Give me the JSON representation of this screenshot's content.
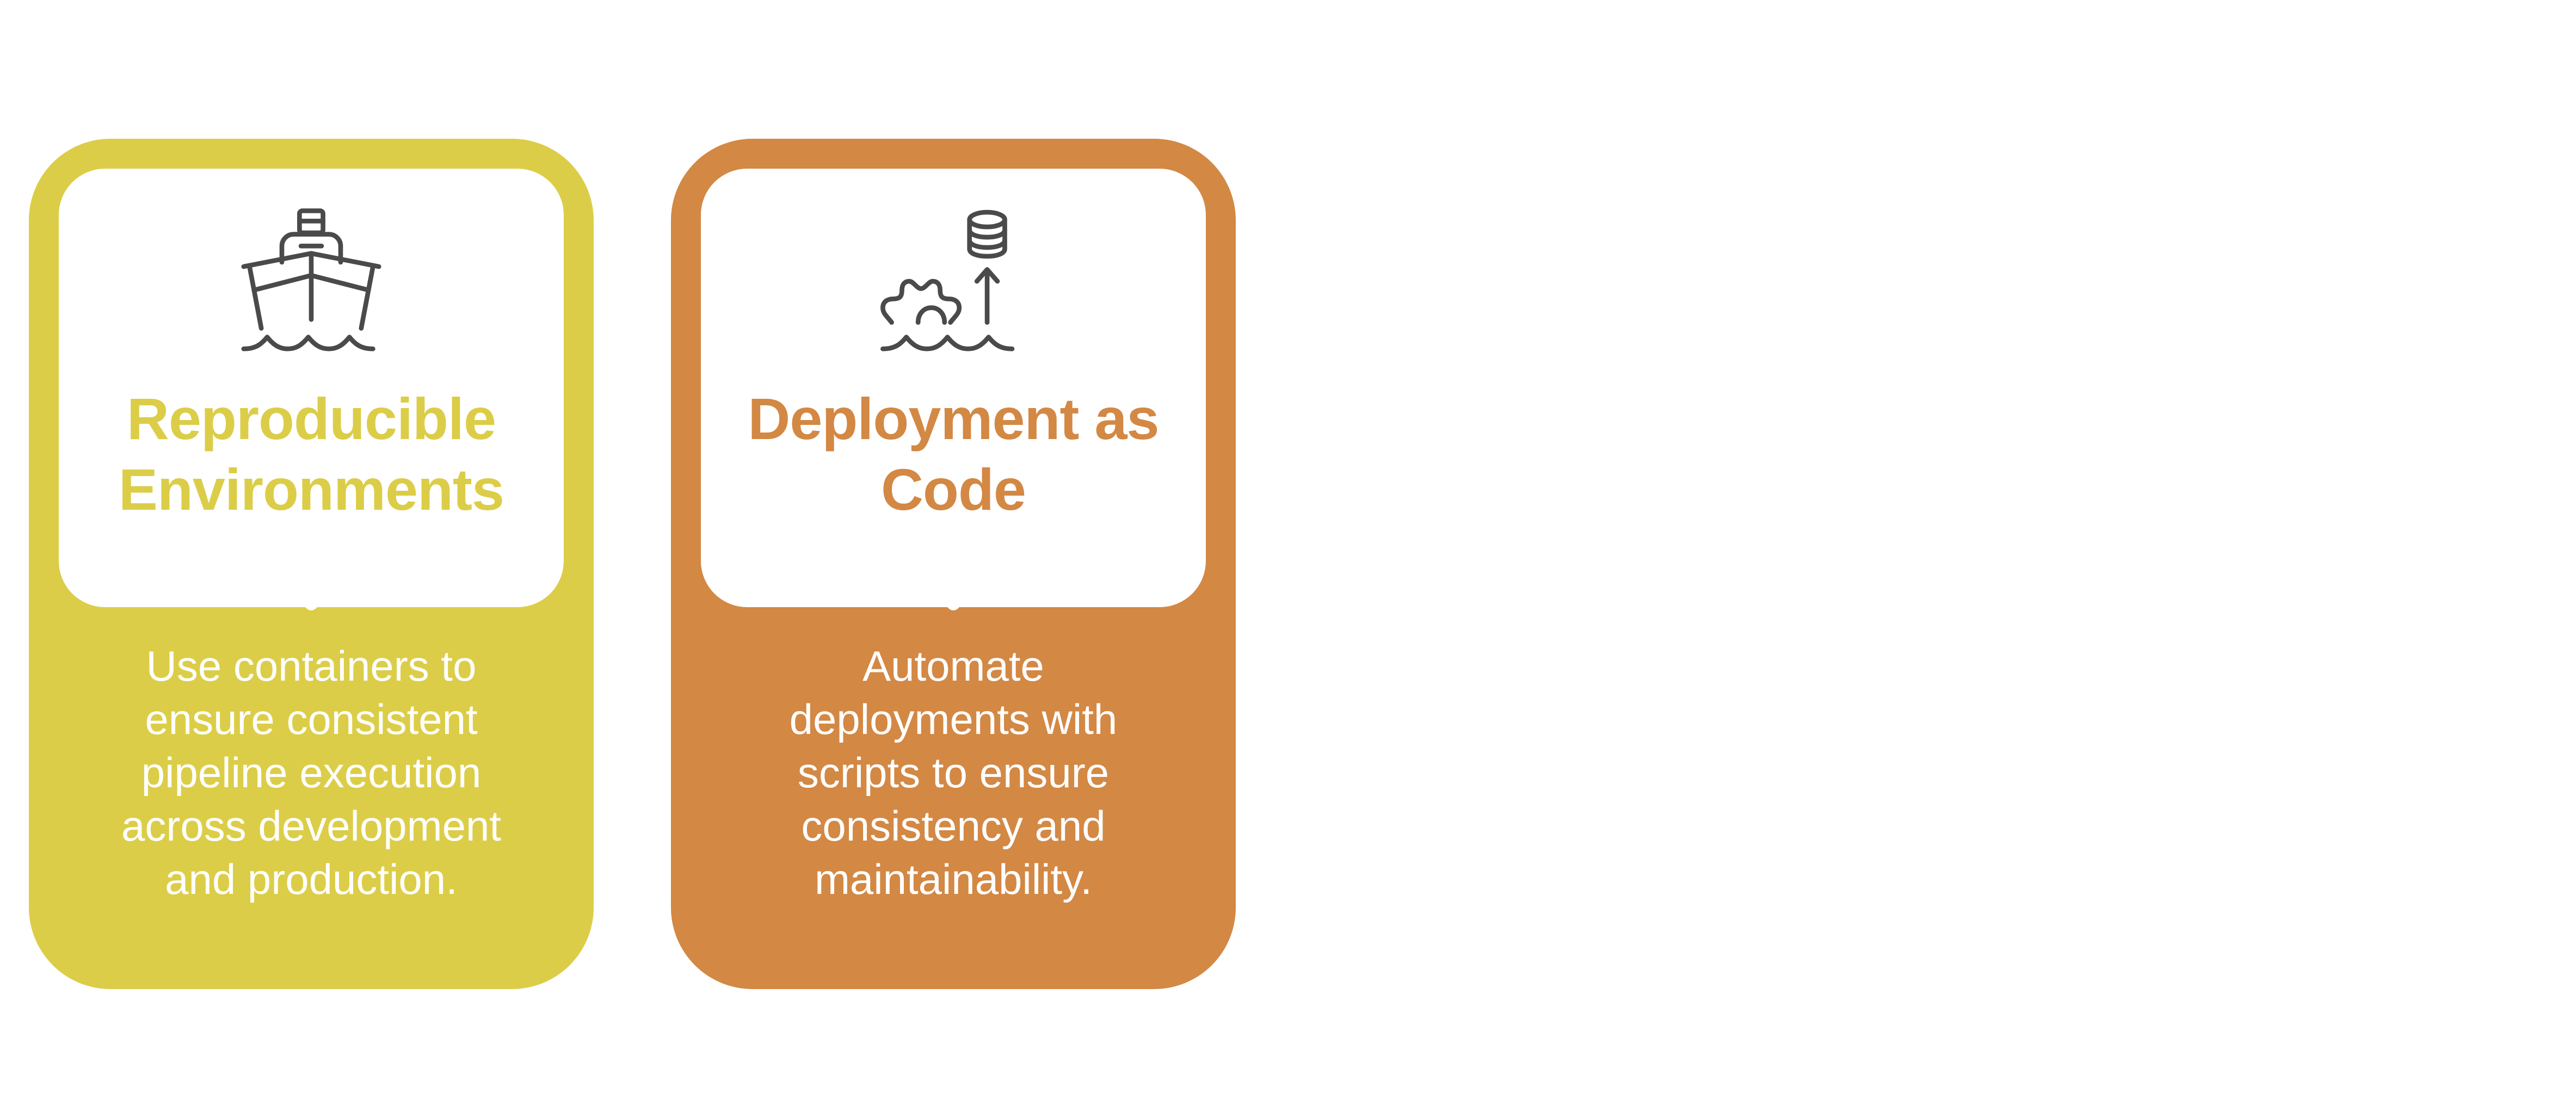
{
  "cards": [
    {
      "title": "Reproducible Environments",
      "title_lines": [
        "Reproducible",
        "Environments"
      ],
      "description_lines": [
        "Use containers to",
        "ensure consistent",
        "pipeline execution",
        "across development",
        "and production."
      ],
      "description": "Use containers to ensure consistent pipeline execution across development and production.",
      "icon": "ship-icon",
      "color": "#dccd48"
    },
    {
      "title": "Deployment as Code",
      "title_lines": [
        "Deployment as",
        "Code"
      ],
      "description_lines": [
        "Automate",
        "deployments with",
        "scripts to ensure",
        "consistency and",
        "maintainability."
      ],
      "description": "Automate deployments with scripts to ensure consistency and maintainability.",
      "icon": "gear-database-deploy-icon",
      "color": "#d38844"
    }
  ],
  "icon_color": "#4a4a4a"
}
